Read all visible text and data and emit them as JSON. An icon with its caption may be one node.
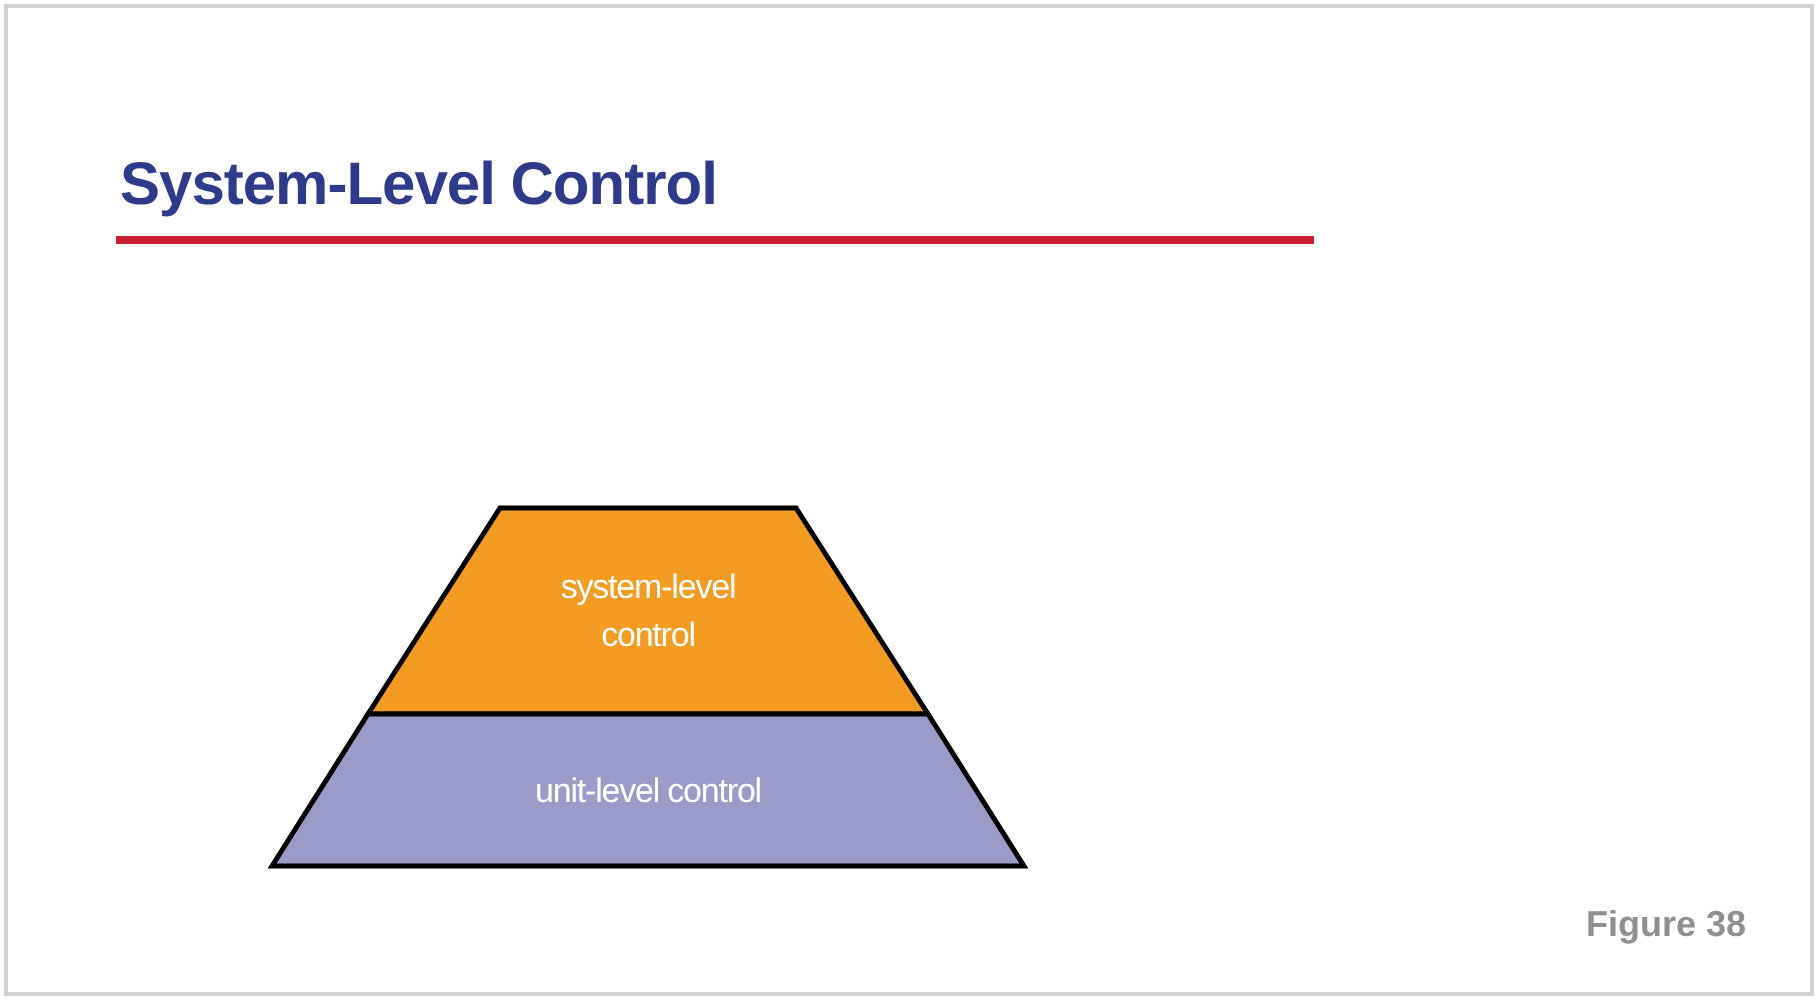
{
  "diagram": {
    "title": "System-Level Control",
    "nodes": [
      {
        "text": [
          "system-level control"
        ]
      },
      {
        "text": [
          "unit-level control"
        ]
      }
    ],
    "edges": [],
    "labels": [
      "Figure 38"
    ]
  }
}
